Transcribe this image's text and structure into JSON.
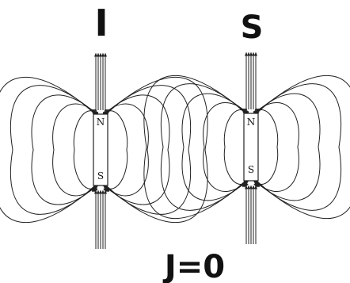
{
  "labels": {
    "left_magnet": "I",
    "right_magnet": "S",
    "equation": "J=0"
  },
  "magnets": [
    {
      "id": "left",
      "north": "N",
      "south": "S"
    },
    {
      "id": "right",
      "north": "N",
      "south": "S"
    }
  ],
  "colors": {
    "ink": "#222222",
    "background": "#ffffff"
  }
}
